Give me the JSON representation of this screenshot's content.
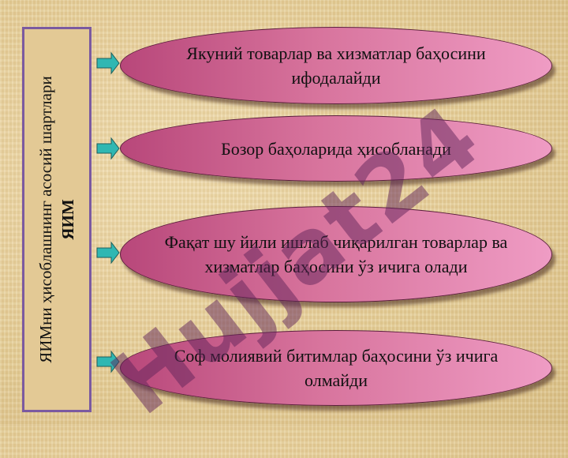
{
  "side_panel": {
    "line1": "ЯИМни ҳисоблашнинг асосий шартлари",
    "line2": "ЯИМ"
  },
  "items": [
    {
      "label": "Якуний товарлар ва хизматлар баҳосини ифодалайди"
    },
    {
      "label": "Бозор баҳоларида ҳисобланади"
    },
    {
      "label": "Фақат шу йили ишлаб чиқарилган товарлар ва хизматлар баҳосини ўз ичига олади"
    },
    {
      "label": "Соф молиявий битимлар баҳосини ўз ичига олмайди"
    }
  ],
  "watermark": "Hujjat24",
  "colors": {
    "pill_left": "#b8477a",
    "pill_right": "#ef9cc4",
    "panel_border": "#7b5aa0",
    "arrow_fill": "#2fb7b2",
    "watermark": "#5f235a"
  }
}
